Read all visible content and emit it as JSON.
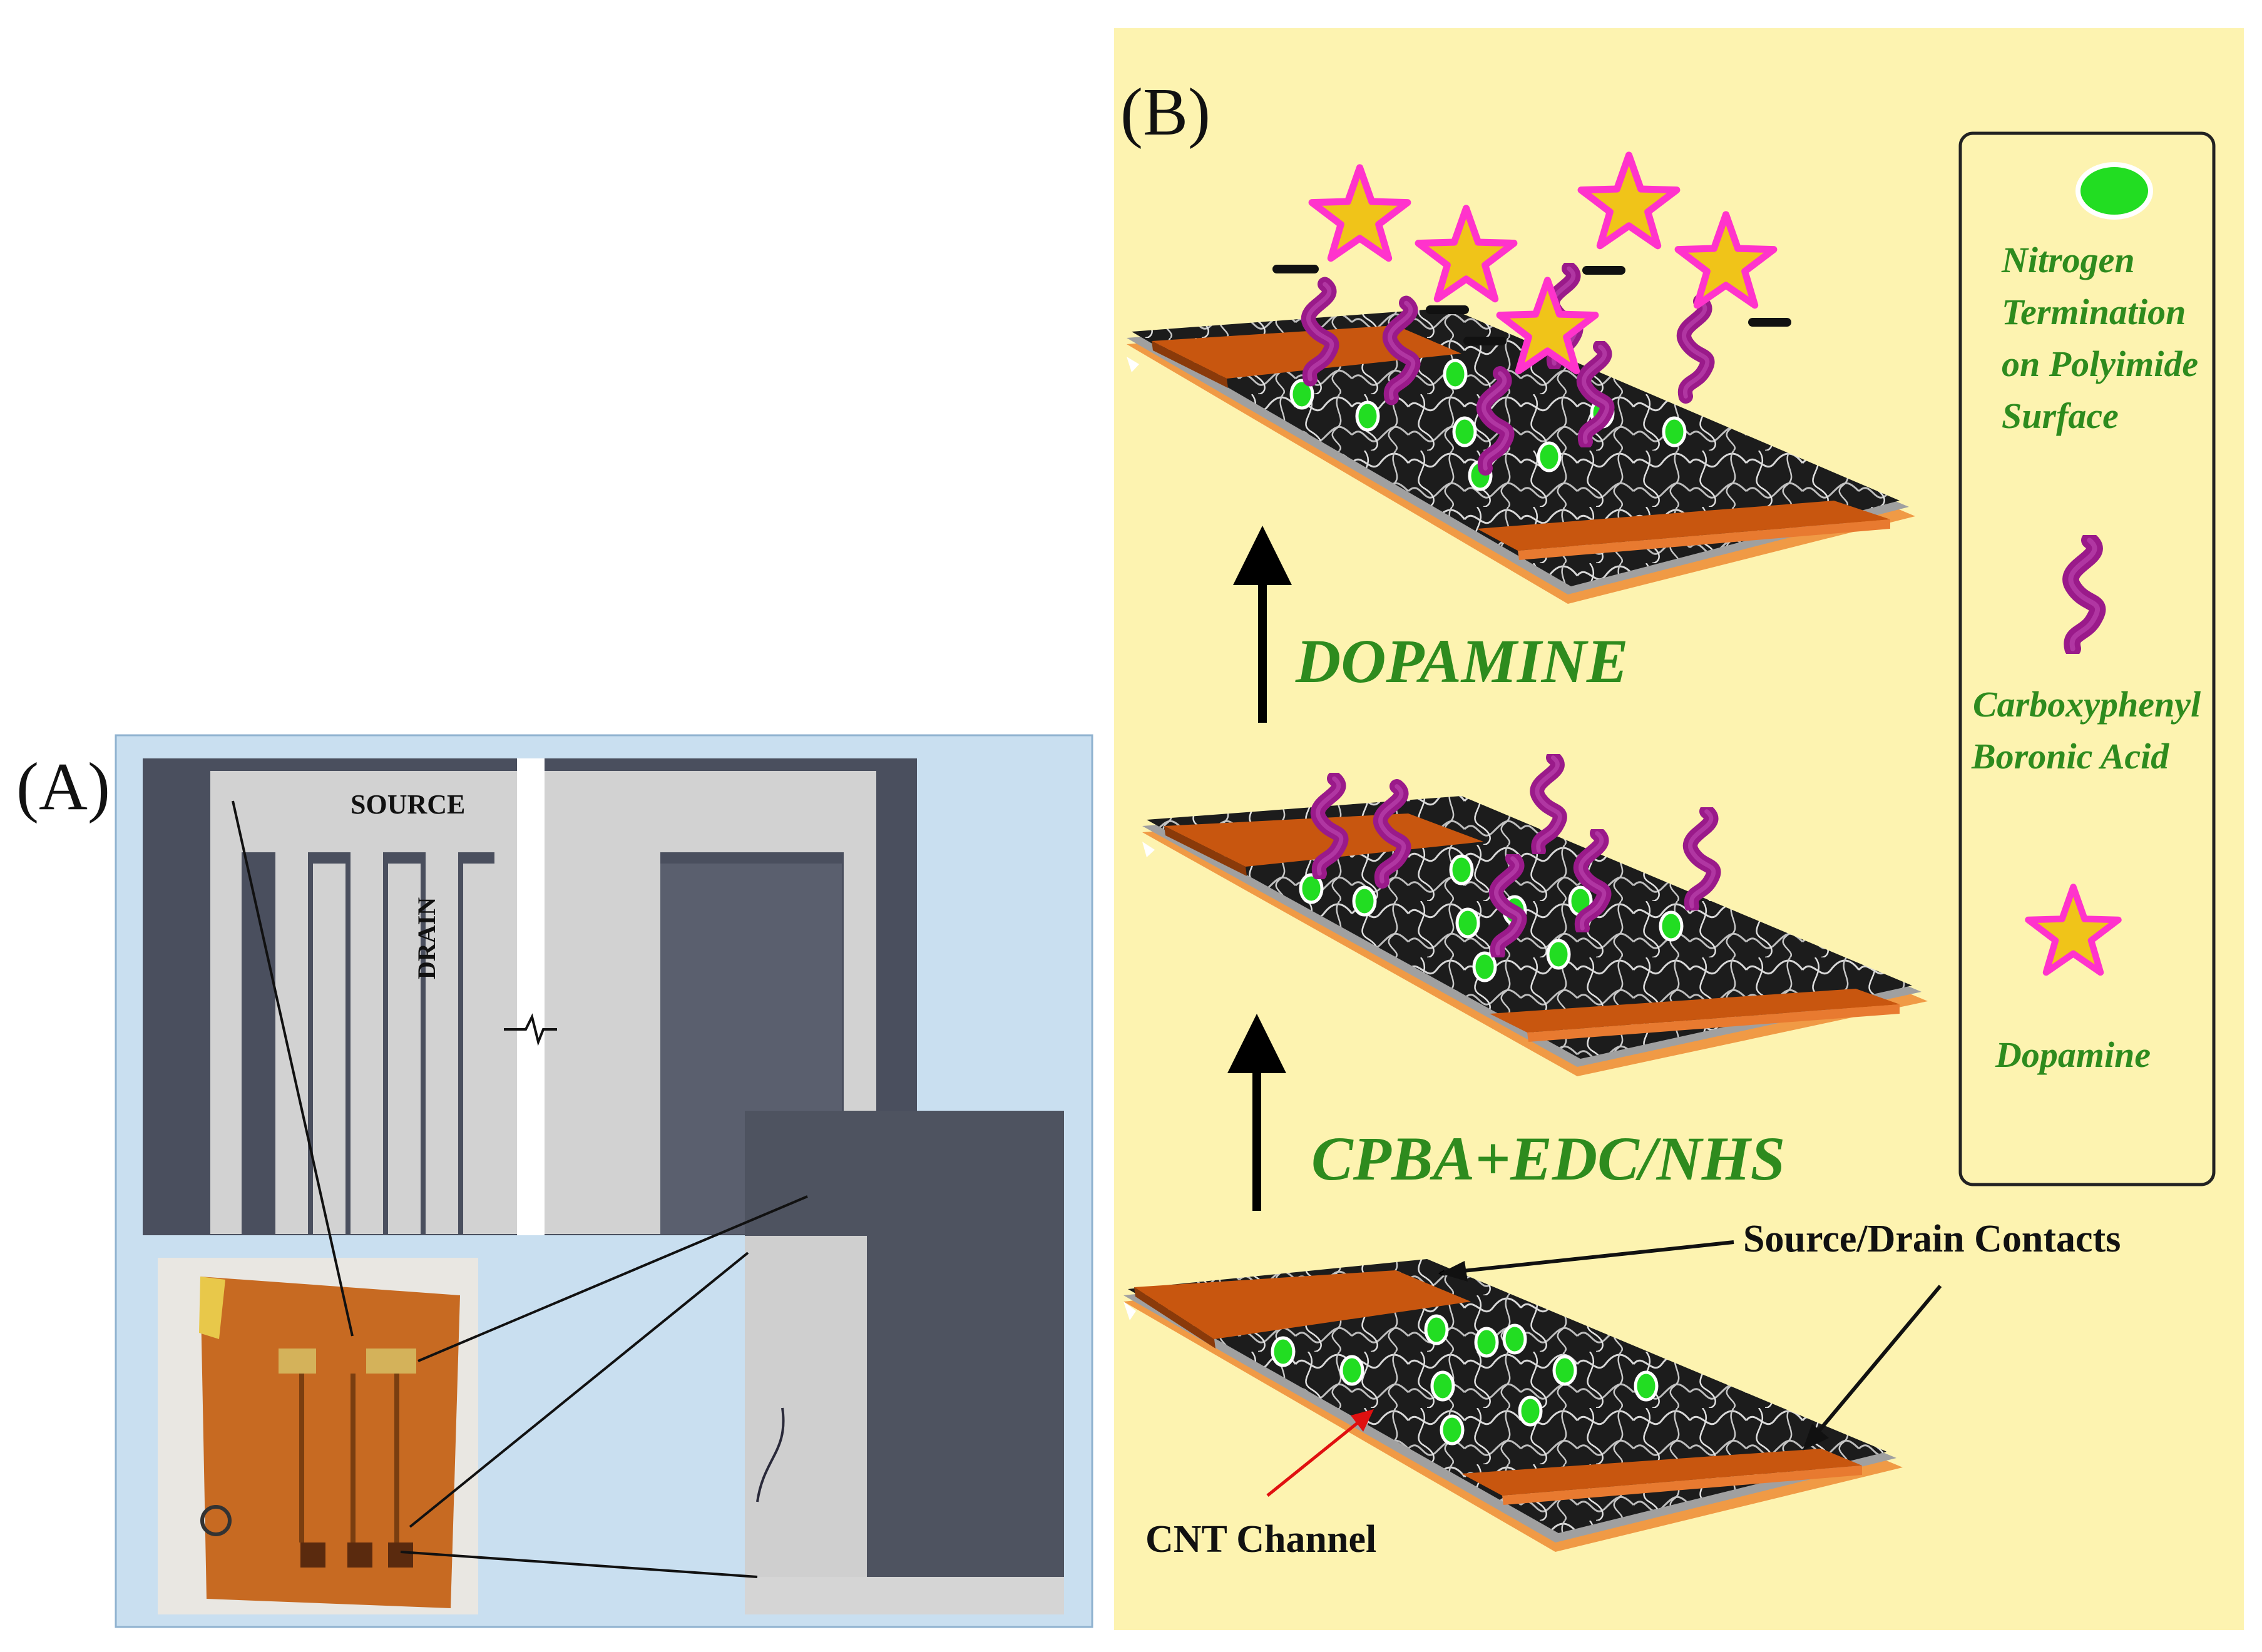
{
  "panel_a": {
    "label": "(A)",
    "micrograph_labels": {
      "source": "SOURCE",
      "drain": "DRAIN"
    },
    "colors": {
      "background": "#c9dff0",
      "electrode": "#cfcfcf",
      "gap": "#4a4f5e",
      "substrate": "#c76a22"
    }
  },
  "panel_b": {
    "label": "(B)",
    "steps": {
      "dopamine": "DOPAMINE",
      "cpba": "CPBA+EDC/NHS"
    },
    "annotations": {
      "contacts": "Source/Drain Contacts",
      "channel": "CNT Channel"
    },
    "legend": {
      "items": [
        {
          "icon": "green-dot-icon",
          "lines": [
            "Nitrogen",
            "Termination",
            "on Polyimide",
            "Surface"
          ]
        },
        {
          "icon": "squiggle-molecule-icon",
          "lines": [
            "Carboxyphenyl",
            "Boronic Acid"
          ]
        },
        {
          "icon": "star-icon",
          "lines": [
            "Dopamine"
          ]
        }
      ]
    },
    "colors": {
      "background": "#fdf3b0",
      "accent_text": "#2e8b1e",
      "contact": "#c8560f",
      "molecule": "#9a1a8a",
      "dopamine_fill": "#f0c419",
      "dopamine_edge": "#ff33cc",
      "nitrogen": "#22dd22"
    }
  }
}
